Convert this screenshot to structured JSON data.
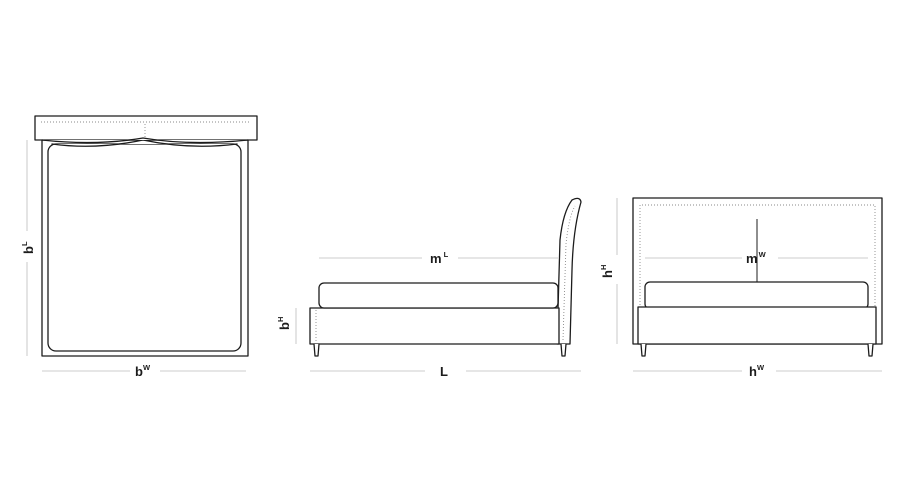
{
  "views": {
    "top": {
      "width_label": {
        "base": "b",
        "sup": "W"
      },
      "length_label": {
        "base": "b",
        "sup": "L"
      }
    },
    "side": {
      "mattress_label": {
        "base": "m",
        "sup": "L"
      },
      "base_height_label": {
        "base": "b",
        "sup": "H"
      },
      "length_label": {
        "base": "L"
      }
    },
    "front": {
      "mattress_label": {
        "base": "m",
        "sup": "W"
      },
      "height_label": {
        "base": "h",
        "sup": "H"
      },
      "width_label": {
        "base": "h",
        "sup": "W"
      }
    }
  },
  "colors": {
    "outline": "#1c1c1c",
    "dimension_line": "#bdbdbd",
    "stitching": "#8a8a8a",
    "background": "#ffffff"
  }
}
